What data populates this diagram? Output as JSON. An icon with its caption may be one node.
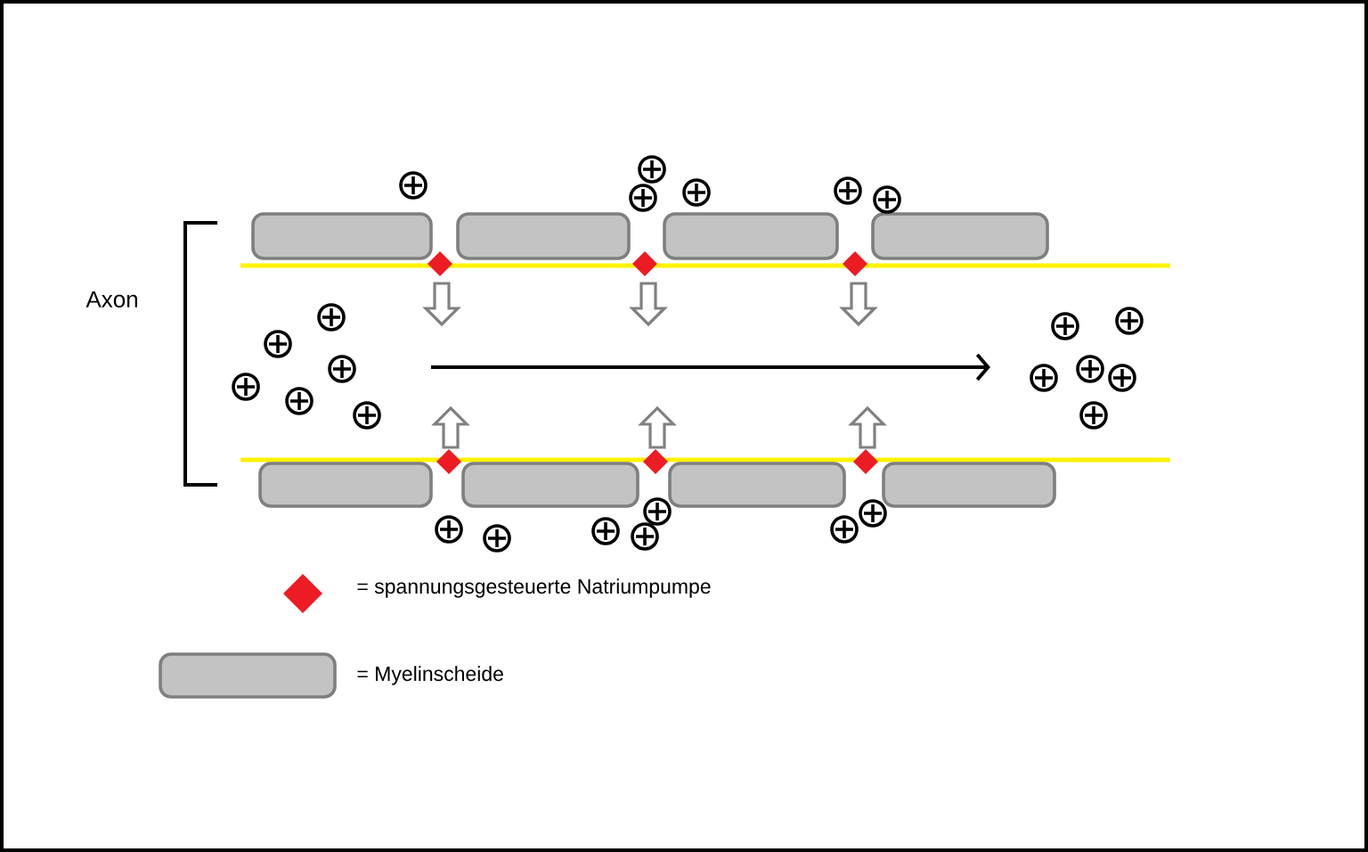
{
  "diagram": {
    "labels": [
      "Axon"
    ],
    "legend": [
      {
        "text": "= spannungsgesteuerte Natriumpumpe"
      },
      {
        "text": "= Myelinscheide"
      }
    ]
  }
}
